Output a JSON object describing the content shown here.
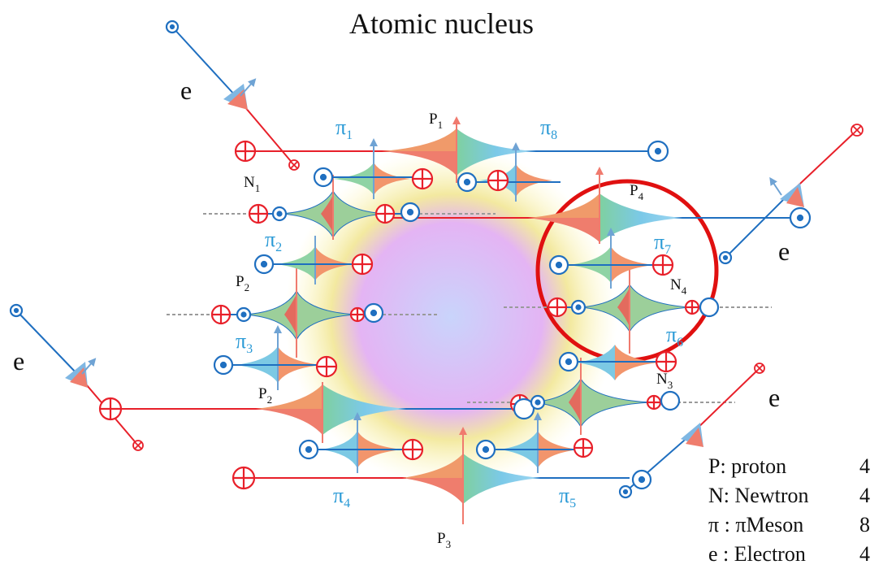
{
  "title": "Atomic nucleus",
  "labels": {
    "p1": "P",
    "p1_sub": "1",
    "p2a": "P",
    "p2a_sub": "2",
    "p2b": "P",
    "p2b_sub": "2",
    "p3": "P",
    "p3_sub": "3",
    "p4": "P",
    "p4_sub": "4",
    "n1": "N",
    "n1_sub": "1",
    "n3": "N",
    "n3_sub": "3",
    "n4": "N",
    "n4_sub": "4",
    "pi": "π",
    "pi1": "1",
    "pi2": "2",
    "pi3": "3",
    "pi4": "4",
    "pi5": "5",
    "pi6": "6",
    "pi7": "7",
    "pi8": "8",
    "e": "e"
  },
  "legend": [
    {
      "key": "P: proton",
      "count": "4"
    },
    {
      "key": "N: Newtron",
      "count": "4"
    },
    {
      "key": "π : πMeson",
      "count": "8"
    },
    {
      "key": "e : Electron",
      "count": "4"
    }
  ],
  "colors": {
    "proton_red": "#e8202a",
    "electron_blue": "#1f6fc0",
    "pion_text": "#2a9ad6",
    "highlight_circle": "#e01010",
    "core": "#e6a8f2",
    "ring": "#f6f070"
  }
}
